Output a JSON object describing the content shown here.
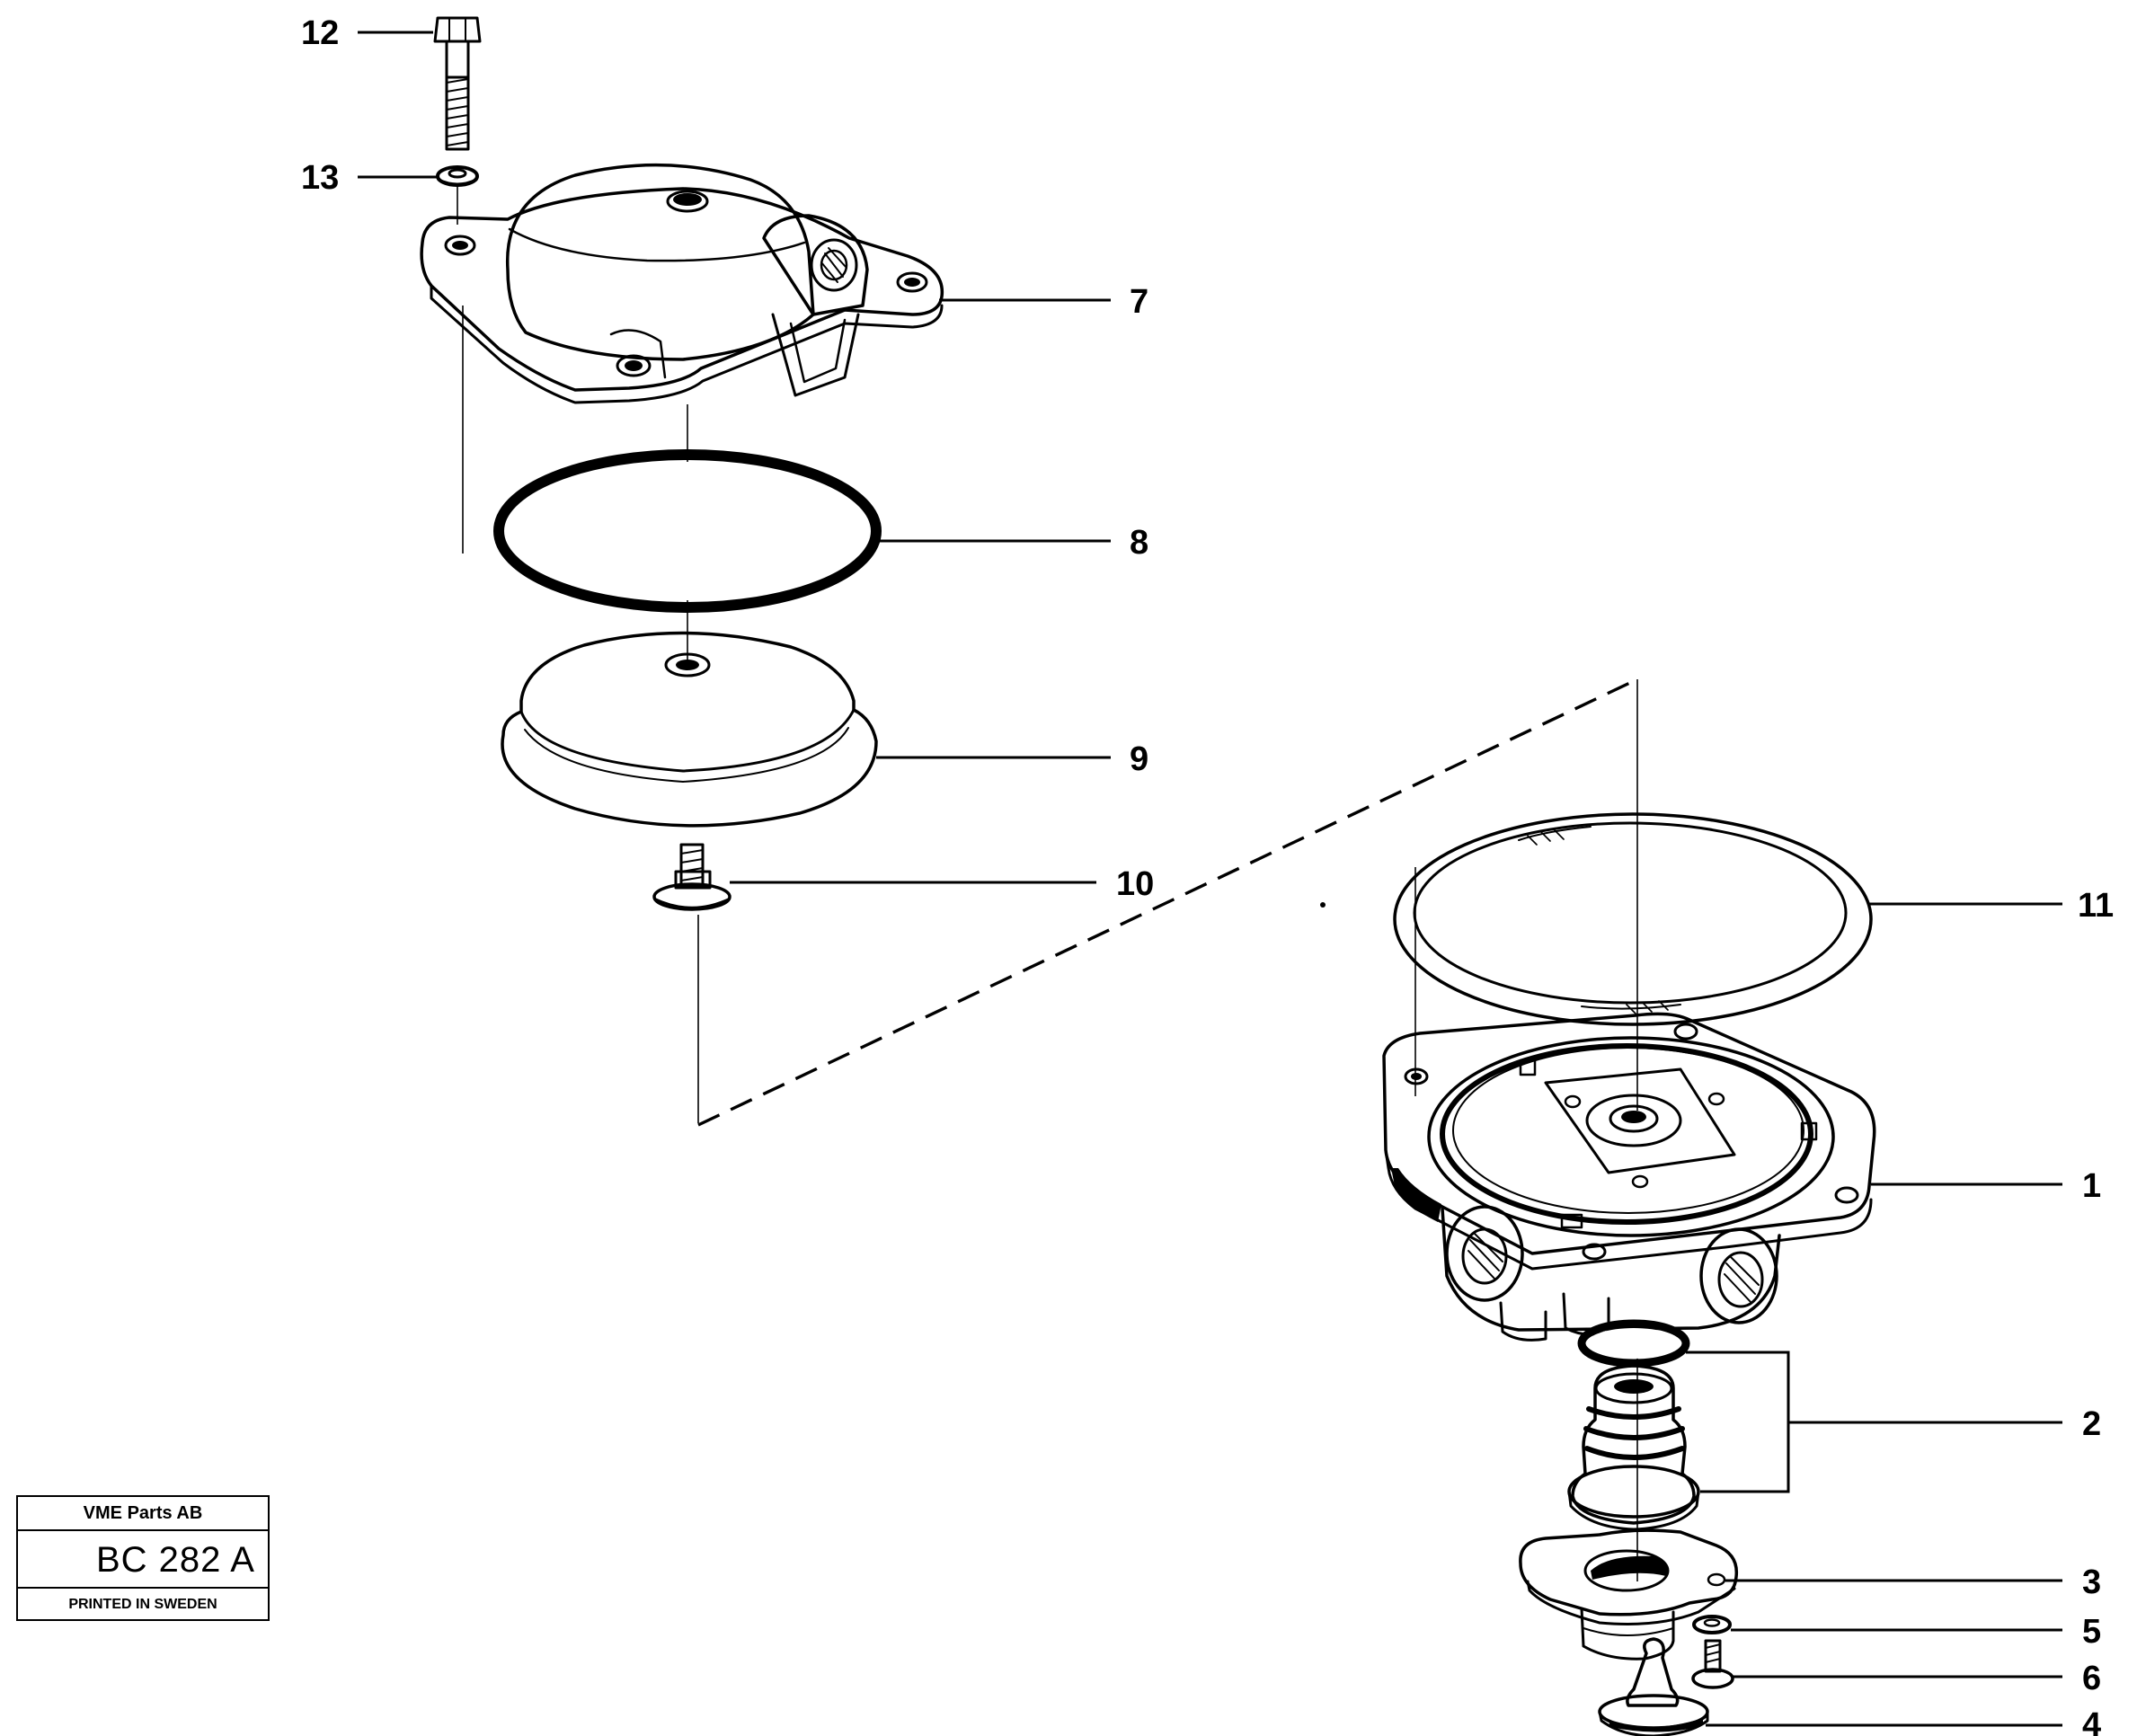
{
  "drawing": {
    "callouts": {
      "c1": "1",
      "c2": "2",
      "c3": "3",
      "c4": "4",
      "c5": "5",
      "c6": "6",
      "c7": "7",
      "c8": "8",
      "c9": "9",
      "c10": "10",
      "c11": "11",
      "c12": "12",
      "c13": "13"
    }
  },
  "title_block": {
    "company": "VME Parts AB",
    "drawing_code": "BC 282 A",
    "printed": "PRINTED IN SWEDEN"
  },
  "colors": {
    "ink": "#000000",
    "paper": "#ffffff"
  }
}
